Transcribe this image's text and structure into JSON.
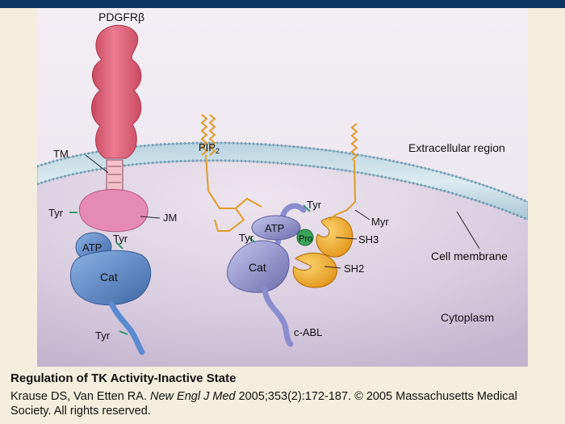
{
  "figure": {
    "labels": {
      "receptor": "PDGFRβ",
      "tm": "TM",
      "pip": "PIP",
      "pip_sub": "2",
      "extracellular": "Extracellular region",
      "jm": "JM",
      "tyr_left": "Tyr",
      "atp_left": "ATP",
      "tyr_left_atp": "Tyr",
      "cat_left": "Cat",
      "tyr_left_tail": "Tyr",
      "tyr_abl_top": "Tyr",
      "atp_abl": "ATP",
      "pro": "Pro",
      "myr": "Myr",
      "sh3": "SH3",
      "tyr_abl_left": "Tyr",
      "cat_abl": "Cat",
      "sh2": "SH2",
      "c_abl": "c-ABL",
      "cell_membrane": "Cell membrane",
      "cytoplasm": "Cytoplasm"
    }
  },
  "caption": {
    "title": "Regulation of TK Activity-Inactive State",
    "cite_authors": "Krause DS, Van Etten RA. ",
    "cite_journal": "New Engl J Med",
    "cite_rest": " 2005;353(2):172-187. © 2005 Massachusetts Medical Society. All rights reserved."
  },
  "colors": {
    "header_bar": "#0c3463",
    "page_bg": "#f3eedd",
    "receptor": "#e0607a",
    "jm_domain": "#e079a6",
    "kinase_blue": "#4f7fbd",
    "abl_purple": "#8f8fcc",
    "sh_orange": "#f0a323",
    "pro_green": "#3aa35a",
    "membrane": "#a7c8d6"
  }
}
